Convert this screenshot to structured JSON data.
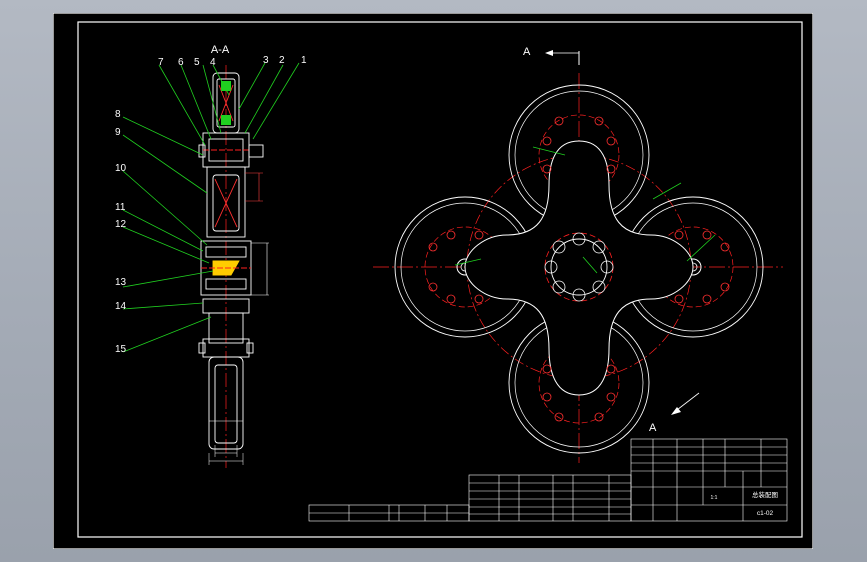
{
  "drawing": {
    "section_title": "A-A",
    "view_marker_top": "A",
    "view_marker_bottom": "A",
    "part_numbers": [
      "1",
      "2",
      "3",
      "4",
      "5",
      "6",
      "7",
      "8",
      "9",
      "10",
      "11",
      "12",
      "13",
      "14",
      "15"
    ],
    "colors": {
      "background": "#000000",
      "outline": "#ffffff",
      "centerline": "#ff2020",
      "leader": "#20d020",
      "hatch": "#ff3030",
      "dimension": "#ff4040"
    }
  },
  "title_block": {
    "part_name": "总装配图",
    "drawing_number": "c1-02",
    "scale": "1:1"
  }
}
